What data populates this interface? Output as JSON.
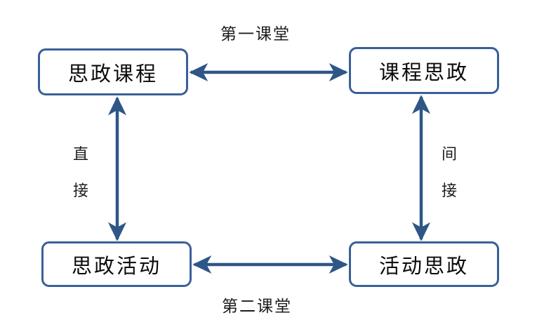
{
  "diagram": {
    "title_present": false,
    "colors": {
      "box_border": "#3A6098",
      "arrow": "#2E5687",
      "text": "#0A0A0A",
      "background": "#FFFFFF"
    },
    "nodes": [
      {
        "id": "top-left",
        "label": "思政课程"
      },
      {
        "id": "top-right",
        "label": "课程思政"
      },
      {
        "id": "bottom-left",
        "label": "思政活动"
      },
      {
        "id": "bottom-right",
        "label": "活动思政"
      }
    ],
    "edges": [
      {
        "id": "top",
        "from": "思政课程",
        "to": "课程思政",
        "label": "第一课堂",
        "orientation": "horizontal",
        "arrowheads": "both"
      },
      {
        "id": "bottom",
        "from": "思政活动",
        "to": "活动思政",
        "label": "第二课堂",
        "orientation": "horizontal",
        "arrowheads": "both"
      },
      {
        "id": "left",
        "from": "思政课程",
        "to": "思政活动",
        "label": "直接",
        "label_chars": [
          "直",
          "接"
        ],
        "orientation": "vertical",
        "arrowheads": "both"
      },
      {
        "id": "right",
        "from": "课程思政",
        "to": "活动思政",
        "label": "间接",
        "label_chars": [
          "间",
          "接"
        ],
        "orientation": "vertical",
        "arrowheads": "both"
      }
    ]
  }
}
